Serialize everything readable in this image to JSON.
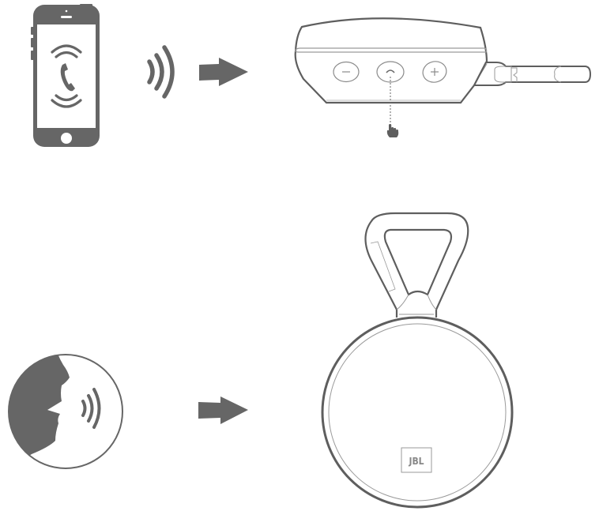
{
  "diagram": {
    "colors": {
      "icon_fill": "#666666",
      "outline_dark": "#5e5e5e",
      "outline_light": "#9a9a9a",
      "background": "#ffffff"
    },
    "row1": {
      "phone": {
        "icon": "phone-incoming-call-icon"
      },
      "signal": {
        "icon": "sound-waves-icon"
      },
      "arrow": {
        "icon": "arrow-right-icon"
      },
      "speaker_top_view": {
        "buttons": [
          {
            "name": "volume-down",
            "glyph": "−"
          },
          {
            "name": "call",
            "glyph": "⌒"
          },
          {
            "name": "volume-up",
            "glyph": "+"
          }
        ],
        "pointer": {
          "icon": "hand-press-icon"
        }
      }
    },
    "row2": {
      "voice": {
        "icon": "speaking-head-icon"
      },
      "arrow": {
        "icon": "arrow-right-icon"
      },
      "speaker_front_view": {
        "logo_text": "JBL"
      }
    }
  }
}
